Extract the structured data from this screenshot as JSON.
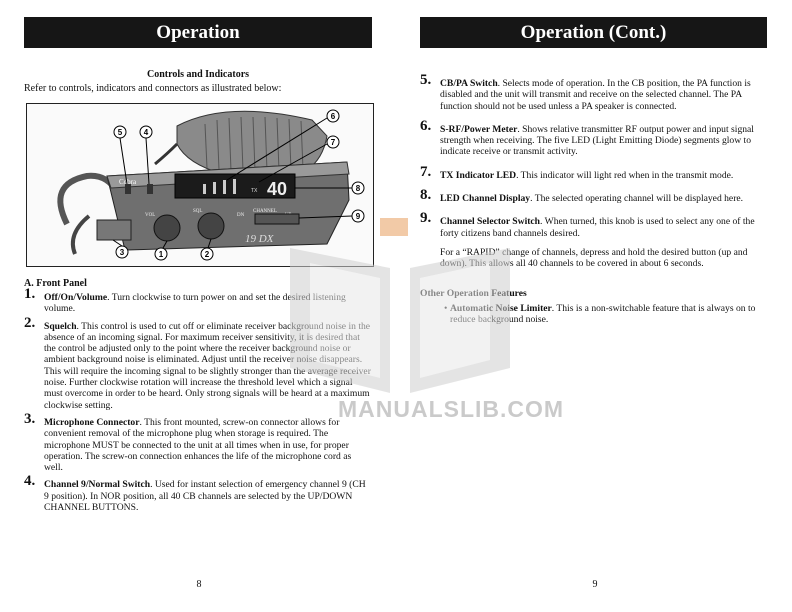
{
  "left": {
    "header": "Operation",
    "figure_title": "Controls and Indicators",
    "figure_intro": "Refer to controls, indicators and connectors as illustrated below:",
    "figure": {
      "callouts": [
        "1",
        "2",
        "3",
        "4",
        "5",
        "6",
        "7",
        "8",
        "9"
      ],
      "brand": "Cobra",
      "model": "19 DX",
      "display": "40",
      "tx_label": "TX",
      "vol_label": "VOL",
      "sql_label": "SQL",
      "channel_label": "CHANNEL",
      "dn_label": "DN",
      "up_label": "UP"
    },
    "section": "A. Front Panel",
    "items": [
      {
        "num": "1.",
        "title": "Off/On/Volume",
        "text": ". Turn clockwise to turn power on and set the desired listening volume."
      },
      {
        "num": "2.",
        "title": "Squelch",
        "text": ". This control is used to cut off or eliminate receiver background noise in the absence of an incoming signal. For maximum receiver sensitivity, it is desired that the control be adjusted only to the point where the receiver background noise or ambient background noise is eliminated. Adjust until the receiver noise disappears. This will require the incoming signal to be slightly stronger than the average receiver noise. Further clockwise rotation will increase the threshold level which a signal must overcome in order to be heard. Only strong signals will be heard at a maximum clockwise setting."
      },
      {
        "num": "3.",
        "title": "Microphone Connector",
        "text": ". This front mounted, screw-on connector allows for convenient removal of the microphone plug when storage is required. The microphone MUST be connected to the unit at all times when in use, for proper operation. The screw-on connection enhances the life of the microphone cord as well."
      },
      {
        "num": "4.",
        "title": "Channel 9/Normal Switch",
        "text": ". Used for instant selection of emergency channel 9 (CH 9 position). In NOR position, all 40 CB channels are selected by the UP/DOWN CHANNEL BUTTONS."
      }
    ],
    "page_number": "8"
  },
  "right": {
    "header": "Operation (Cont.)",
    "items": [
      {
        "num": "5.",
        "title": "CB/PA Switch",
        "text": ". Selects mode of operation. In the CB position, the PA function is disabled and the unit will transmit and receive on the selected channel. The PA function should not be used unless a PA speaker is connected."
      },
      {
        "num": "6.",
        "title": "S-RF/Power Meter",
        "text": ". Shows relative transmitter RF output power and input signal strength when receiving. The five LED (Light Emitting Diode) segments glow to indicate receive or transmit activity."
      },
      {
        "num": "7.",
        "title": "TX Indicator LED",
        "text": ". This indicator will light red when in the transmit mode."
      },
      {
        "num": "8.",
        "title": "LED Channel Display",
        "text": ". The selected operating channel will be displayed here."
      },
      {
        "num": "9.",
        "title": "Channel Selector Switch",
        "text": ". When turned, this knob is used to select any one of the forty citizens band channels desired."
      }
    ],
    "rapid_note": "For a “RAPID” change of channels, depress and hold the desired button (up and down). This allows all 40 channels to be covered in about 6 seconds.",
    "other_heading": "Other Operation Features",
    "feature_title": "Automatic Noise Limiter",
    "feature_text": ". This is a non-switchable feature that is always on to reduce background noise.",
    "page_number": "9"
  },
  "watermark": "MANUALSLIB.COM"
}
